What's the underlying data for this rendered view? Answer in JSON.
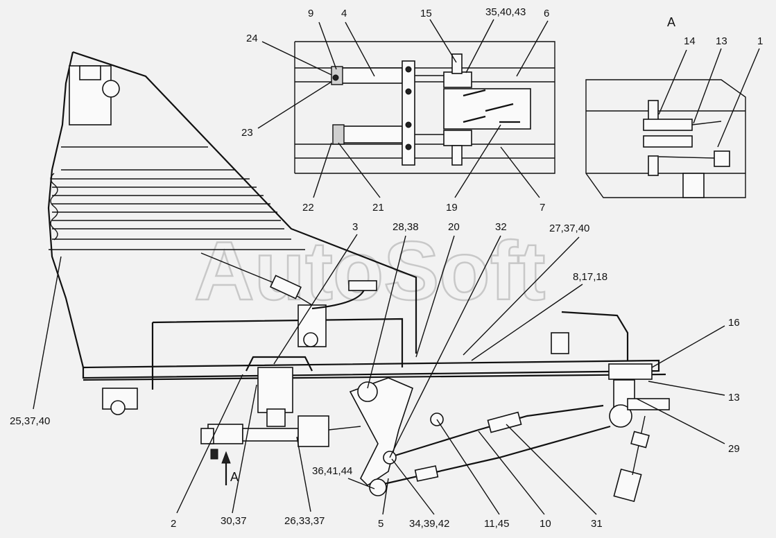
{
  "watermark": "AutoSoft",
  "view_label": "A",
  "arrow_label": "A",
  "callouts": {
    "c1": "1",
    "c2": "2",
    "c3": "3",
    "c4": "4",
    "c5": "5",
    "c6": "6",
    "c7": "7",
    "c9": "9",
    "c10": "10",
    "c11_45": "11,45",
    "c13_inset": "13",
    "c13_main": "13",
    "c14": "14",
    "c15": "15",
    "c16": "16",
    "c19": "19",
    "c20": "20",
    "c21": "21",
    "c22": "22",
    "c23": "23",
    "c24": "24",
    "c25_37_40": "25,37,40",
    "c26_33_37": "26,33,37",
    "c27_37_40": "27,37,40",
    "c28_38": "28,38",
    "c29": "29",
    "c30_37": "30,37",
    "c31": "31",
    "c32": "32",
    "c34_39_42": "34,39,42",
    "c35_40_43": "35,40,43",
    "c36_41_44": "36,41,44",
    "c8_17_18": "8,17,18"
  }
}
